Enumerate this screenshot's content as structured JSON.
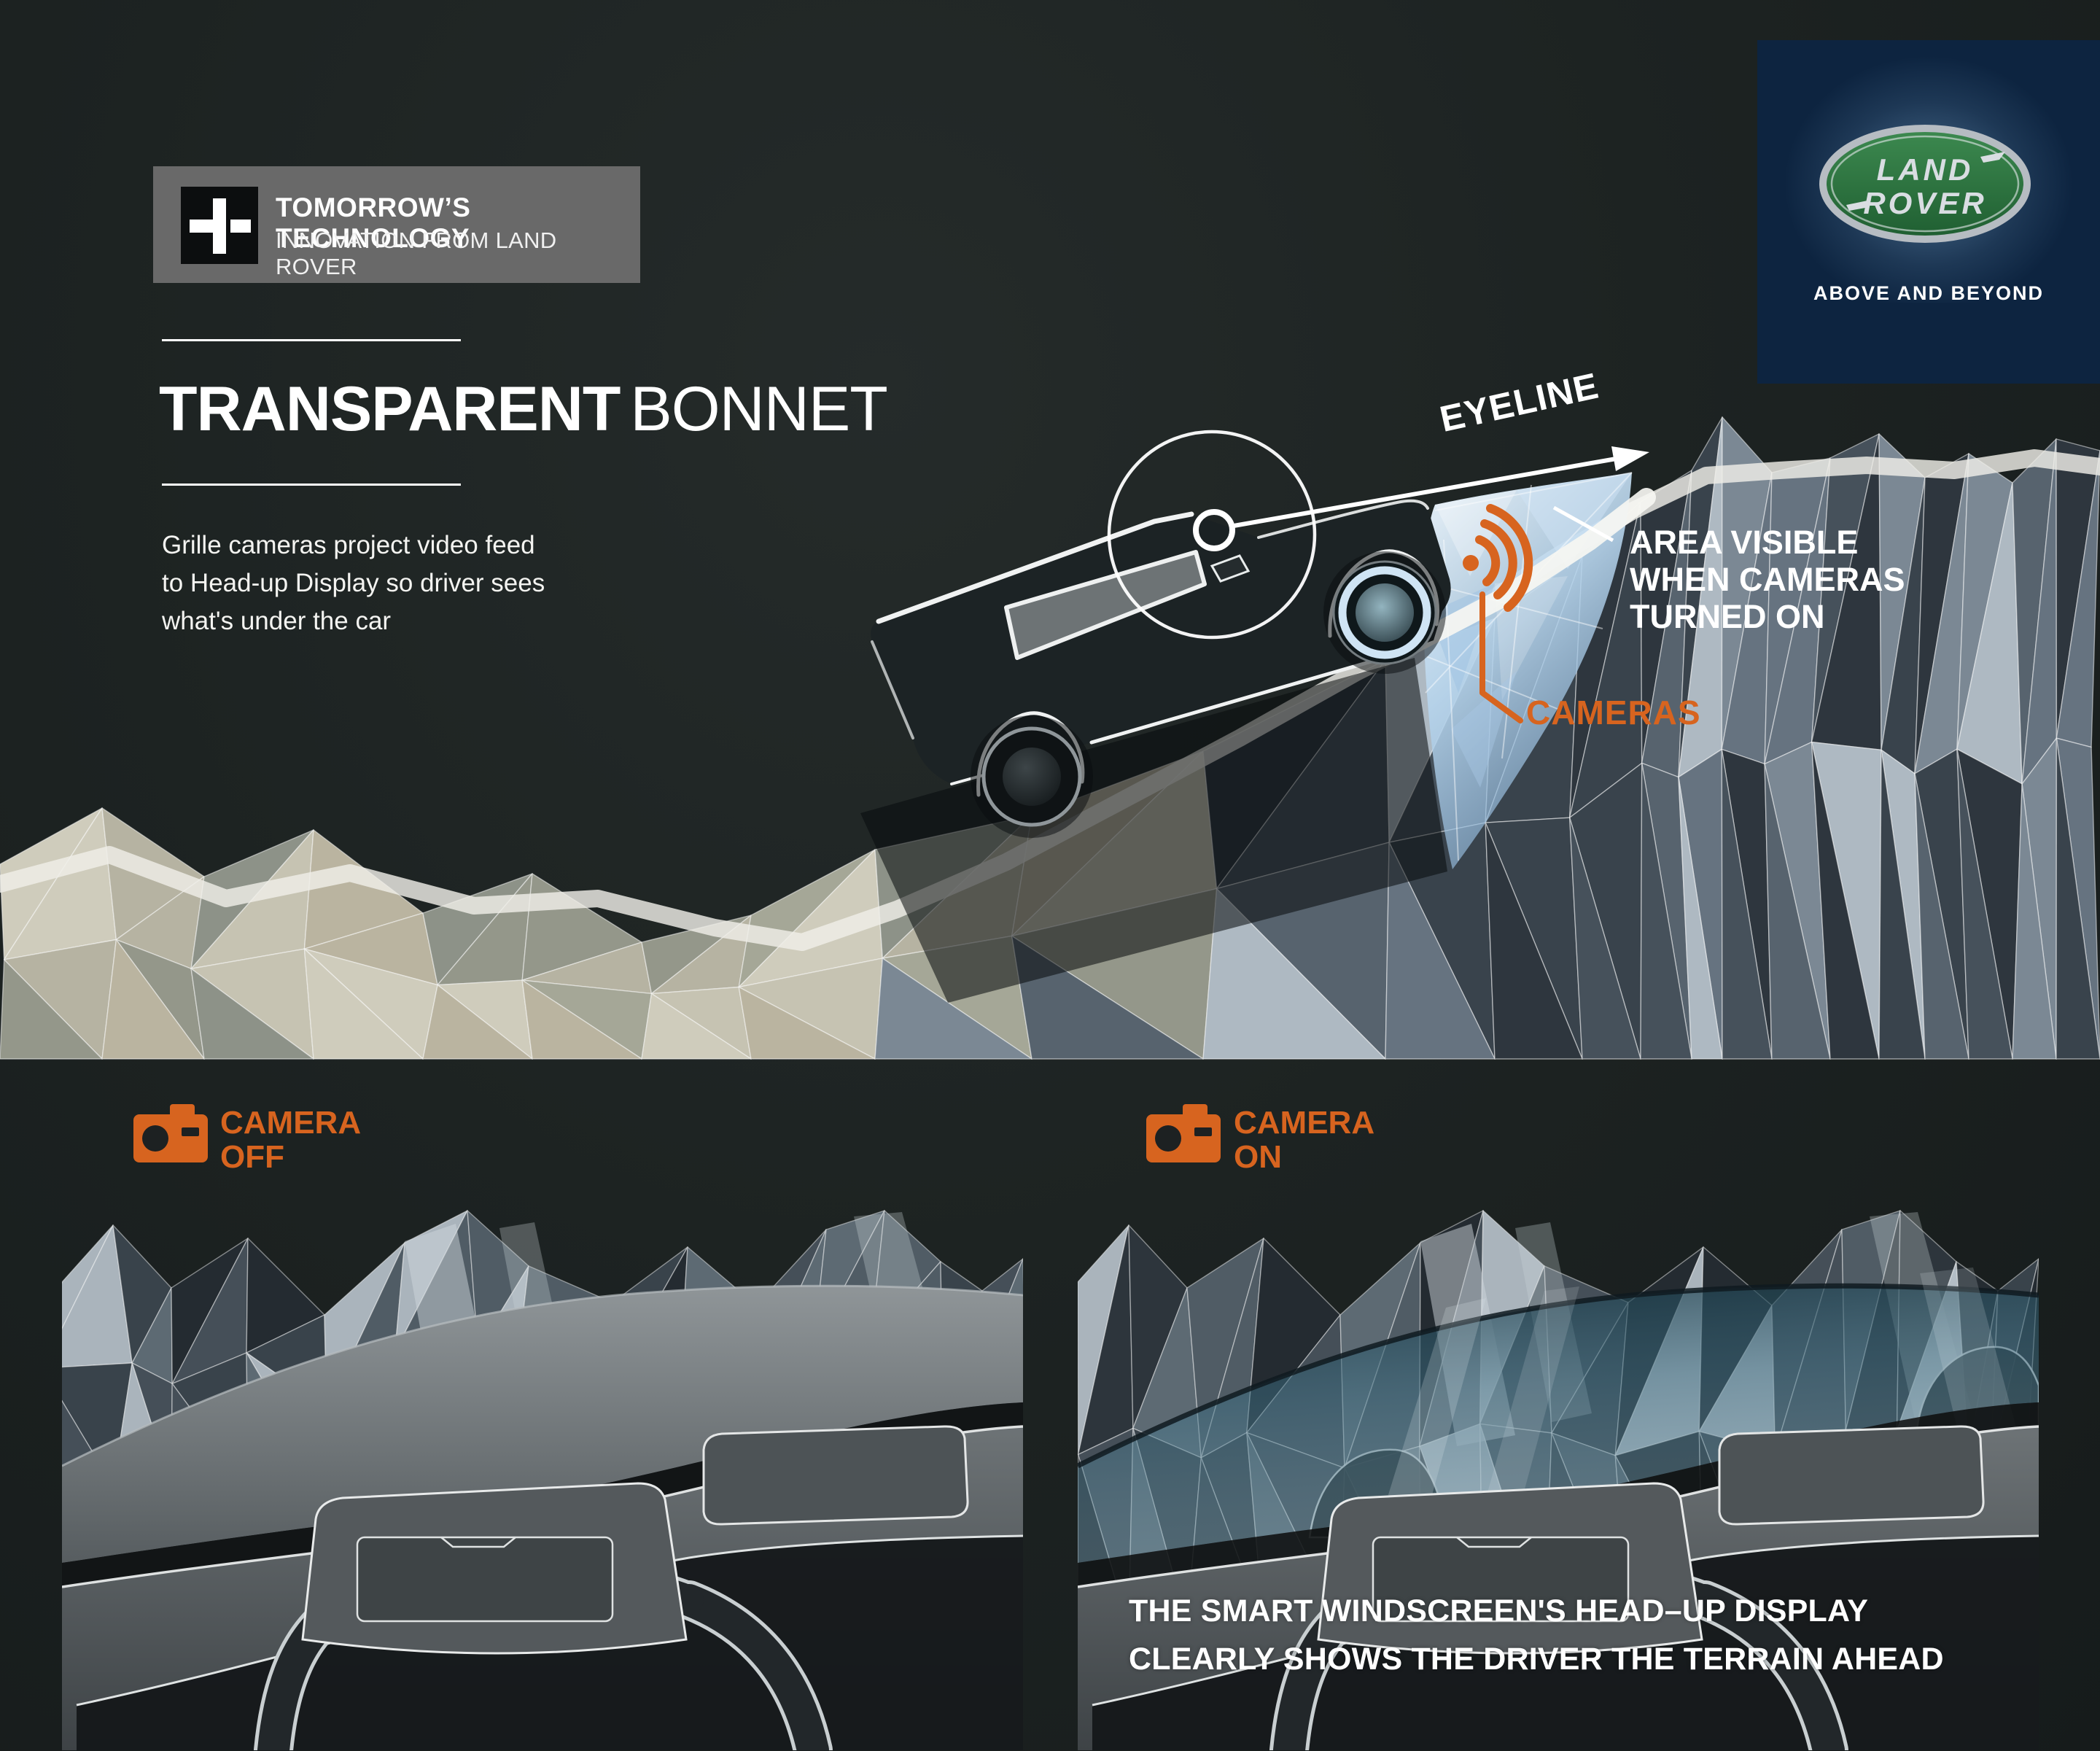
{
  "colors": {
    "accent_orange": "#d7641f",
    "logo_navy": "#0d2440",
    "logo_green": "#2f7d44",
    "badge_gray": "#696969",
    "cone_blue": "#b6d4ec",
    "background": "#1d2322"
  },
  "badge": {
    "title": "TOMORROW’S TECHNOLOGY",
    "subtitle": "INNOVATION FROM LAND ROVER"
  },
  "logo": {
    "line1": "LAND",
    "line2": "ROVER",
    "tagline": "ABOVE AND BEYOND"
  },
  "heading": {
    "title_bold": "TRANSPARENT",
    "title_light": "BONNET"
  },
  "intro": {
    "line1": "Grille cameras project video feed",
    "line2": "to Head-up Display so driver sees",
    "line3": "what's under the car"
  },
  "diagram": {
    "eyeline": "EYELINE",
    "area_visible_line1": "AREA VISIBLE",
    "area_visible_line2": "WHEN CAMERAS",
    "area_visible_line3": "TURNED ON",
    "cameras": "CAMERAS"
  },
  "panel_off": {
    "label_line1": "CAMERA",
    "label_line2": "OFF"
  },
  "panel_on": {
    "label_line1": "CAMERA",
    "label_line2": "ON"
  },
  "hud": {
    "line1": "THE SMART WINDSCREEN'S HEAD–UP DISPLAY",
    "line2": "CLEARLY SHOWS THE DRIVER THE TERRAIN AHEAD"
  }
}
